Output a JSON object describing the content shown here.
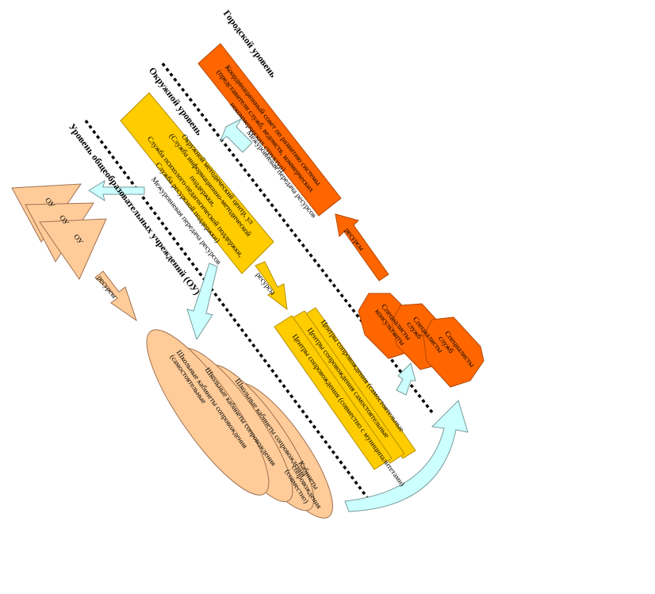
{
  "levels": {
    "city": "Городской уровень",
    "district": "Окружной уровень",
    "school": "Уровень общеобразовательных учреждений (ОУ)"
  },
  "city_box": {
    "lines": [
      "Координационный совет по развитию системы",
      "(представители служб, ведомств, коммерческих",
      "некоммерческих структур)"
    ]
  },
  "district_box": {
    "lines": [
      "Окружной методический центр, ул",
      "(Служба информационно-методической поддержки,",
      "Служба психолого-педагогической поддержки,",
      "Служба ресурсной поддержки)"
    ]
  },
  "interlevel": {
    "city_district": "Межуровневая передача ресурсов",
    "district_school": "Межуровневая передача ресурсов"
  },
  "resources": {
    "to_city": "ресурсы",
    "to_centers": "ресурсы",
    "to_schools": "ресурсы"
  },
  "centers": [
    "Центры сопровождения (самостоятельные",
    "Центры сопровождения самостоятельные",
    "Центры сопровождения (совместно с муниципалитетами)"
  ],
  "specialists": [
    "Специалисты консультанты",
    "Специалисты служб",
    "Специалисты служб"
  ],
  "schools": {
    "triangles": [
      "ОУ",
      "ОУ",
      "ОУ"
    ],
    "cabinets": [
      "Школьные кабинеты сопровождения (самостоятельные",
      "Школьные кабинеты сопровождения",
      "Школьные кабинеты сопровождения",
      "Кабинеты сопровождения (совместно)"
    ]
  },
  "colors": {
    "city_orange": "#ff6600",
    "district_yellow": "#ffcc00",
    "peach": "#ffcc99",
    "light_cyan": "#ccffff"
  }
}
